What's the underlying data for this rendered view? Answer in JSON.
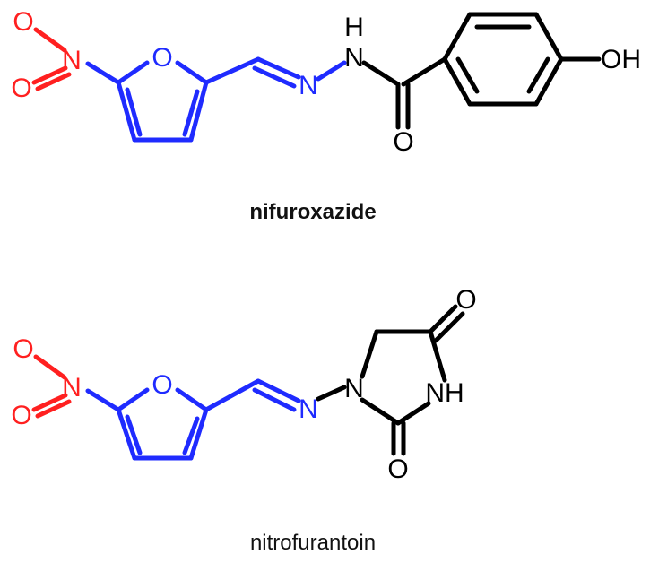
{
  "compounds": [
    {
      "name": "nifuroxazide",
      "atoms": {
        "nitro_o_top": "O",
        "nitro_n": "N",
        "nitro_o_bottom": "O",
        "furan_o": "O",
        "imine_n": "N",
        "hydrazide_h": "H",
        "hydrazide_n": "N",
        "carbonyl_o": "O",
        "hydroxyl": "OH"
      }
    },
    {
      "name": "nitrofurantoin",
      "atoms": {
        "nitro_o_top": "O",
        "nitro_n": "N",
        "nitro_o_bottom": "O",
        "furan_o": "O",
        "imine_n": "N",
        "ring_n": "N",
        "carbonyl_o_top": "O",
        "ring_nh": "NH",
        "carbonyl_o_bottom": "O"
      }
    }
  ],
  "colors": {
    "nitro_group": "#ff2020",
    "nitrofuran_core": "#1f2bff",
    "remainder": "#000000"
  }
}
